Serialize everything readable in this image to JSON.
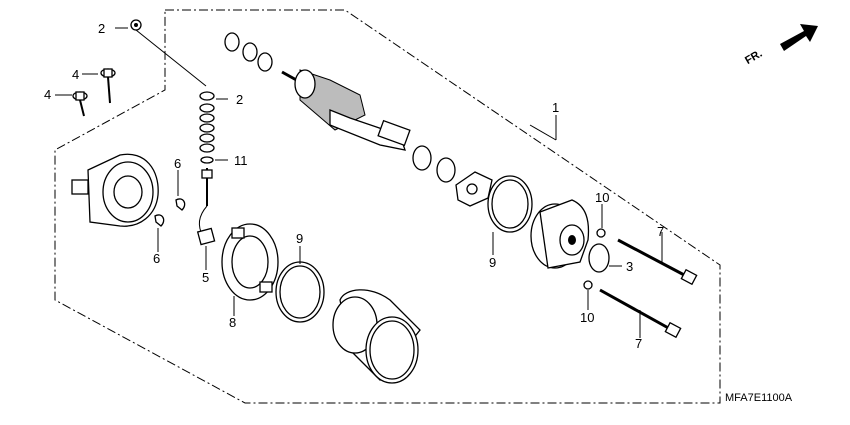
{
  "diagram": {
    "callouts": [
      "1",
      "2",
      "2",
      "3",
      "4",
      "4",
      "5",
      "6",
      "6",
      "7",
      "7",
      "8",
      "9",
      "9",
      "10",
      "10",
      "11"
    ],
    "direction_label": "FR.",
    "drawing_code": "MFA7E1100A"
  }
}
